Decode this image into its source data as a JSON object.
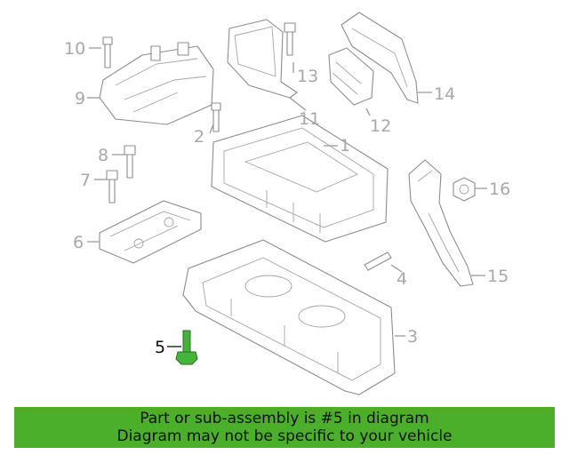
{
  "banner": {
    "line1": "Part or sub-assembly is #5 in diagram",
    "line2": "Diagram may not be specific to your vehicle"
  },
  "callouts": {
    "c1": "1",
    "c2": "2",
    "c3": "3",
    "c4": "4",
    "c5": "5",
    "c6": "6",
    "c7": "7",
    "c8": "8",
    "c9": "9",
    "c10": "10",
    "c11": "11",
    "c12": "12",
    "c13": "13",
    "c14": "14",
    "c15": "15",
    "c16": "16"
  },
  "colors": {
    "banner_bg": "#4caf2b",
    "highlight_part": "#44b53a",
    "callout_text": "#a8a8a8",
    "selected_callout_text": "#111111"
  }
}
